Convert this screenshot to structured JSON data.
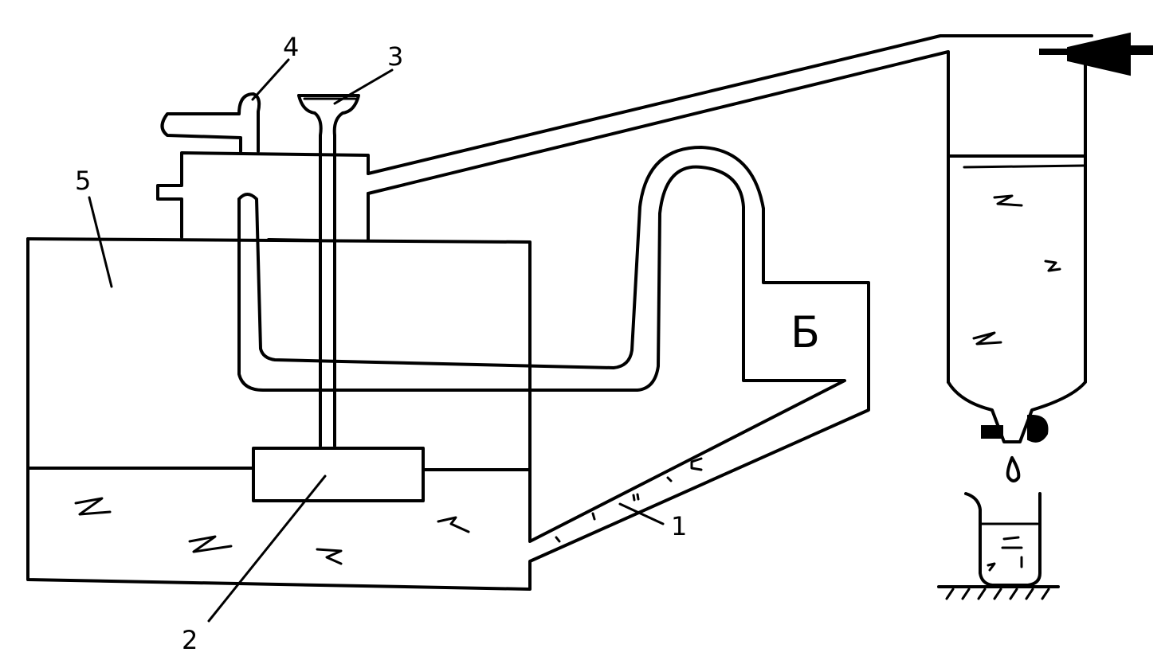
{
  "labels": {
    "label_1": "1",
    "label_2": "2",
    "label_3": "3",
    "label_4": "4",
    "label_5": "5",
    "chamber_letter": "Б"
  }
}
